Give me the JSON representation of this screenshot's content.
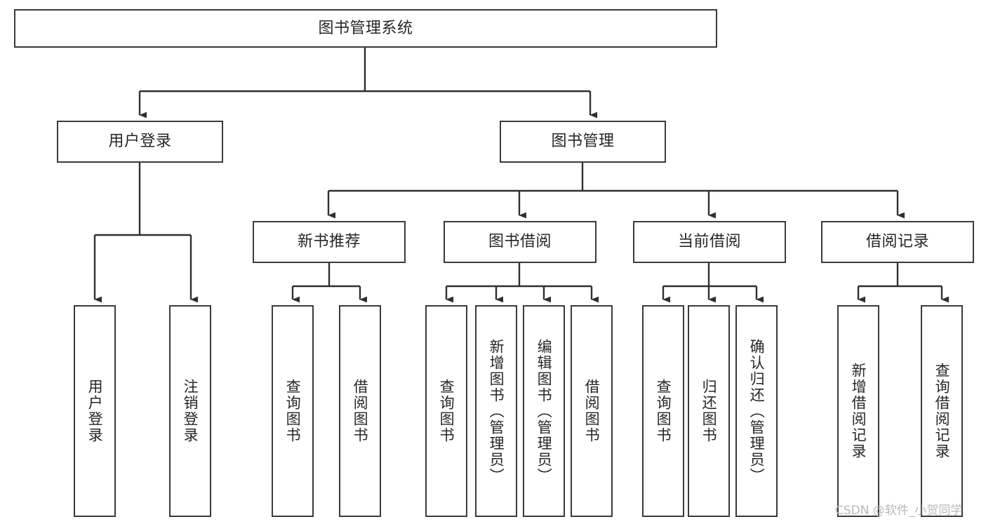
{
  "diagram": {
    "type": "tree",
    "title": "图书管理系统",
    "root": {
      "label": "图书管理系统"
    },
    "level2": [
      {
        "label": "用户登录"
      },
      {
        "label": "图书管理"
      }
    ],
    "level3": [
      {
        "label": "新书推荐"
      },
      {
        "label": "图书借阅"
      },
      {
        "label": "当前借阅"
      },
      {
        "label": "借阅记录"
      }
    ],
    "leaves_user_login": [
      {
        "label": "用户登录"
      },
      {
        "label": "注销登录"
      }
    ],
    "leaves_new_book": [
      {
        "label": "查询图书"
      },
      {
        "label": "借阅图书"
      }
    ],
    "leaves_borrow": [
      {
        "label": "查询图书"
      },
      {
        "label": "新增图书（管理员）"
      },
      {
        "label": "编辑图书（管理员）"
      },
      {
        "label": "借阅图书"
      }
    ],
    "leaves_current": [
      {
        "label": "查询图书"
      },
      {
        "label": "归还图书"
      },
      {
        "label": "确认归还（管理员）"
      }
    ],
    "leaves_record": [
      {
        "label": "新增借阅记录"
      },
      {
        "label": "查询借阅记录"
      }
    ],
    "colors": {
      "box_border": "#3a3a3a",
      "connector": "#2f2f2f",
      "text": "#262626",
      "background": "#ffffff",
      "watermark": "#b9b9b9"
    }
  },
  "watermark": {
    "text": "CSDN @软件_小贺同学"
  }
}
